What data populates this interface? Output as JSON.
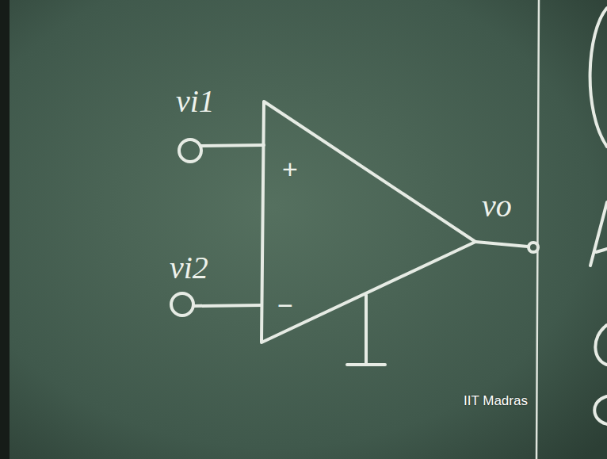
{
  "diagram": {
    "labels": [
      "vi1",
      "vi2",
      "+",
      "−",
      "vo",
      "IIT Madras"
    ]
  }
}
